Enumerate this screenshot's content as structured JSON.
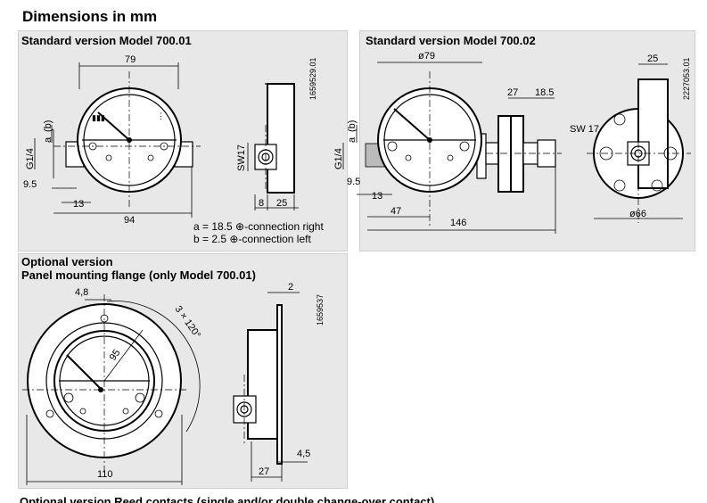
{
  "title": "Dimensions in mm",
  "std1": {
    "heading": "Standard version Model 700.01",
    "dim_79": "79",
    "dim_94": "94",
    "dim_9_5": "9.5",
    "dim_13": "13",
    "dim_a": "a",
    "dim_b": "(b)",
    "dim_g14": "G1/4",
    "dim_sw17": "SW17",
    "dim_8": "8",
    "dim_25": "25",
    "drawing_no": "1659529.01",
    "note_a": "a = 18.5 ⊕-connection right",
    "note_b": "b =   2.5 ⊕-connection left"
  },
  "std2": {
    "heading": "Standard version Model 700.02",
    "dim_79": "ø79",
    "dim_27": "27",
    "dim_18_5": "18.5",
    "dim_sw17": "SW 17",
    "dim_a": "a",
    "dim_b": "(b)",
    "dim_g14": "G1/4",
    "dim_9_5": "9.5",
    "dim_13": "13",
    "dim_47": "47",
    "dim_146": "146",
    "dim_25": "25",
    "dim_66": "ø66",
    "drawing_no": "2227053.01"
  },
  "opt": {
    "heading1": "Optional version",
    "heading2": "Panel mounting flange (only Model 700.01)",
    "dim_4_8": "4,8",
    "dim_3x120": "3 × 120°",
    "dim_95": "95",
    "dim_110": "110",
    "dim_2": "2",
    "dim_4_5": "4,5",
    "dim_27": "27",
    "drawing_no": "1659537"
  },
  "bottom_cut": "Optional version Reed contacts (single and/or double change-over contact)"
}
